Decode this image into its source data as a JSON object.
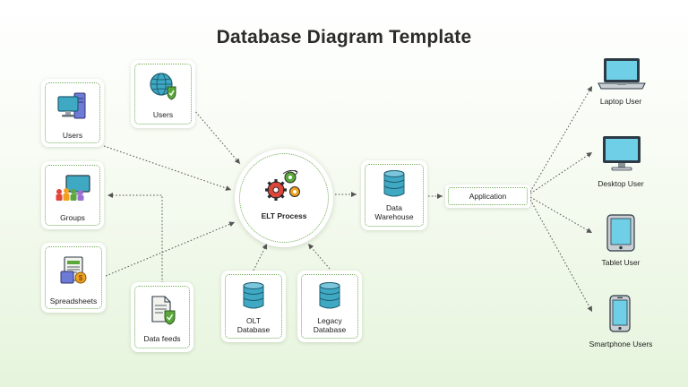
{
  "title": "Database Diagram Template",
  "nodes": {
    "users_top": "Users",
    "users_left": "Users",
    "groups": "Groups",
    "spreadsheets": "Spreadsheets",
    "data_feeds": "Data feeds",
    "elt_process": "ELT Process",
    "olt_database": [
      "OLT",
      "Database"
    ],
    "legacy_database": [
      "Legacy",
      "Database"
    ],
    "data_warehouse": [
      "Data",
      "Warehouse"
    ],
    "application": "Application"
  },
  "devices": [
    "Laptop User",
    "Desktop User",
    "Tablet User",
    "Smartphone Users"
  ],
  "colors": {
    "accent_green": "#6fae55",
    "icon_teal": "#3fa9c4",
    "gear_red": "#e0453a",
    "gear_orange": "#f0a020",
    "gear_green": "#5aa83c"
  }
}
